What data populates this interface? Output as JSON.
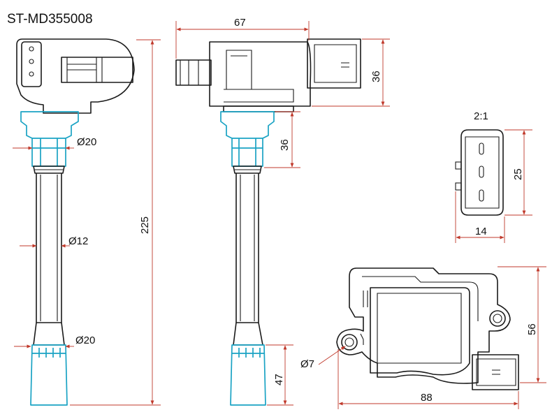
{
  "title": "ST-MD355008",
  "dimensions": {
    "side_total_length": "225",
    "side_head_dia": "Ø20",
    "side_tube_dia": "Ø12",
    "side_boot_dia": "Ø20",
    "front_width": "67",
    "front_connector_height": "36",
    "front_neck_height": "36",
    "front_boot_height": "47",
    "connector_scale": "2:1",
    "connector_height": "25",
    "connector_width": "14",
    "top_height": "56",
    "top_width": "88",
    "top_hole_dia": "Ø7"
  },
  "colors": {
    "outline": "#1a1a1a",
    "boot": "#1aa3c4",
    "dimension": "#c0392b"
  }
}
